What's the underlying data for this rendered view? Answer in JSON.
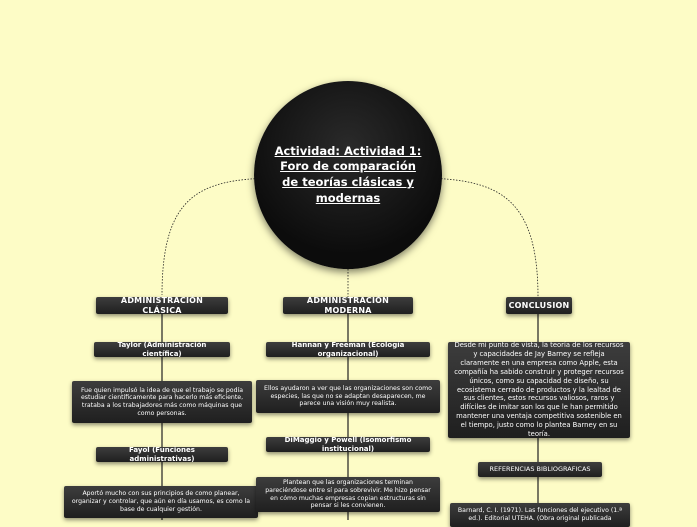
{
  "central": {
    "title": "Actividad: Actividad 1: Foro de comparación de teorías clásicas y modernas"
  },
  "branches": {
    "clasica": {
      "label": "ADMINISTRACIÓN CLÁSICA",
      "items": [
        {
          "title": "Taylor (Administración científica)"
        },
        {
          "text": "Fue quien impulsó la idea de que el trabajo se podía estudiar científicamente para hacerlo más eficiente, trataba a los trabajadores más como máquinas que como personas."
        },
        {
          "title": "Fayol (Funciones administrativas)"
        },
        {
          "text": "Aportó mucho con sus principios de como planear, organizar y controlar, que aún en día usamos, es como la base de cualquier gestión."
        }
      ]
    },
    "moderna": {
      "label": "ADMINISTRACIÓN MODERNA",
      "items": [
        {
          "title": "Hannan y Freeman (Ecología organizacional)"
        },
        {
          "text": "Ellos ayudaron a ver que las organizaciones son como especies, las que no se adaptan desaparecen, me parece una visión muy realista."
        },
        {
          "title": "DiMaggio y Powell (Isomorfismo institucional)"
        },
        {
          "text": "Plantean que las organizaciones terminan pareciéndose entre sí para sobrevivir. Me hizo pensar en cómo muchas empresas copian estructuras sin pensar si les convienen."
        }
      ]
    },
    "conclusion": {
      "label": "CONCLUSION",
      "text": "Desde mi punto de vista, la teoría de los recursos y capacidades de Jay Barney se refleja claramente en una empresa como Apple, esta compañía ha sabido construir y proteger recursos únicos, como su capacidad de diseño, su ecosistema cerrado de productos y la lealtad de sus clientes, estos recursos valiosos, raros y difíciles de imitar son los que le han permitido mantener una ventaja competitiva sostenible en el tiempo, justo como lo plantea Barney en su teoría.",
      "references_label": "REFERENCIAS BIBLIOGRAFICAS",
      "reference_text": "Barnard, C. I. (1971). Las funciones del ejecutivo (1.ª ed.). Editorial UTEHA. (Obra original publicada"
    }
  }
}
